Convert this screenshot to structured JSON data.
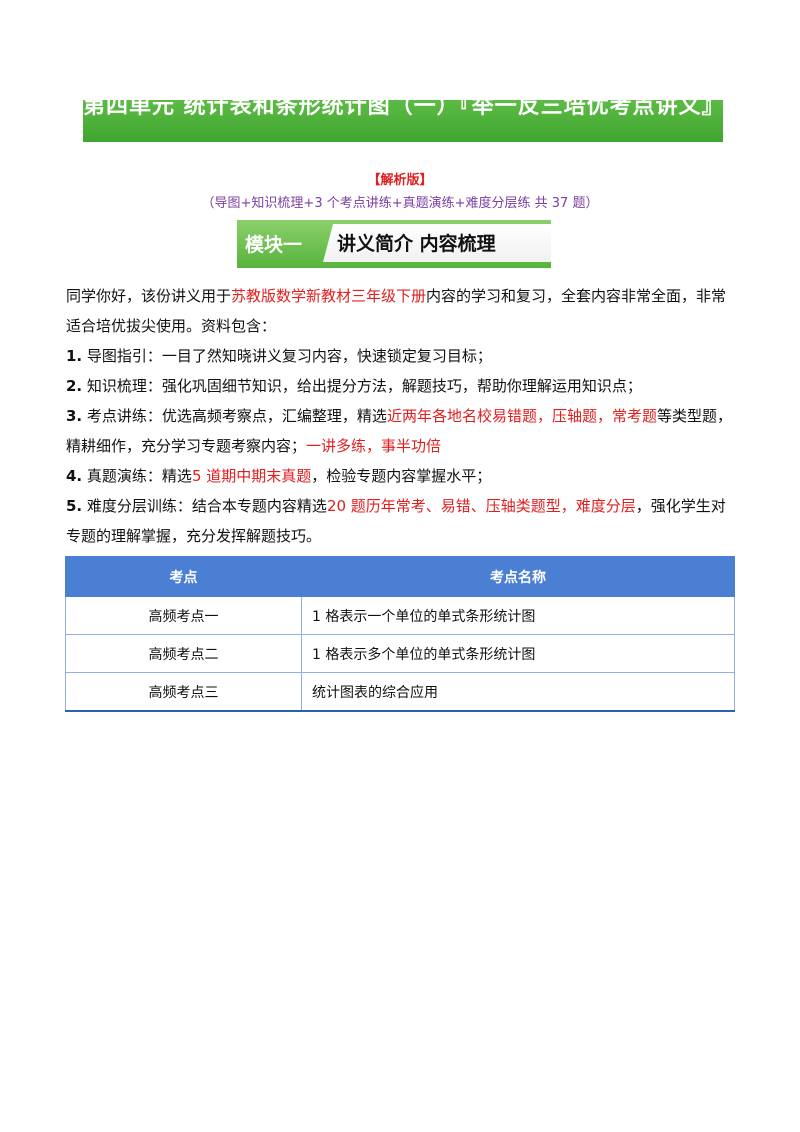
{
  "banner": {
    "title": "第四单元 统计表和条形统计图（一）『举一反三培优考点讲义』"
  },
  "version_label": "【解析版】",
  "scope_line": "（导图+知识梳理+3 个考点讲练+真题演练+难度分层练 共 37 题）",
  "module": {
    "label": "模块一",
    "title": "讲义简介 内容梳理"
  },
  "intro": {
    "p1_a": "同学你好，该份讲义用于",
    "p1_red": "苏教版数学新教材三年级下册",
    "p1_b": "内容的学习和复习，全套内容非常全面，非常适合培优拔尖使用。资料包含：",
    "item1_num": "1.",
    "item1_text": "导图指引：一目了然知晓讲义复习内容，快速锁定复习目标；",
    "item2_num": "2.",
    "item2_text": "知识梳理：强化巩固细节知识，给出提分方法，解题技巧，帮助你理解运用知识点；",
    "item3_num": "3.",
    "item3_a": "考点讲练：优选高频考察点，汇编整理，精选",
    "item3_red1": "近两年各地名校易错题，压轴题，常考题",
    "item3_b": "等类型题，精耕细作，充分学习专题考察内容；",
    "item3_red2": "一讲多练，事半功倍",
    "item4_num": "4.",
    "item4_a": "真题演练：精选",
    "item4_red": "5 道期中期末真题",
    "item4_b": "，检验专题内容掌握水平；",
    "item5_num": "5.",
    "item5_a": "难度分层训练：结合本专题内容精选",
    "item5_red": "20 题历年常考、易错、压轴类题型，难度分层",
    "item5_b": "，强化学生对专题的理解掌握，充分发挥解题技巧。"
  },
  "table": {
    "headers": [
      "考点",
      "考点名称"
    ],
    "rows": [
      [
        "高频考点一",
        "1 格表示一个单位的单式条形统计图"
      ],
      [
        "高频考点二",
        "1 格表示多个单位的单式条形统计图"
      ],
      [
        "高频考点三",
        "统计图表的综合应用"
      ]
    ]
  },
  "colors": {
    "banner_green": "#3fa62f",
    "accent_red": "#e02020",
    "purple": "#7b3fa1",
    "table_header": "#4a7fd4"
  }
}
